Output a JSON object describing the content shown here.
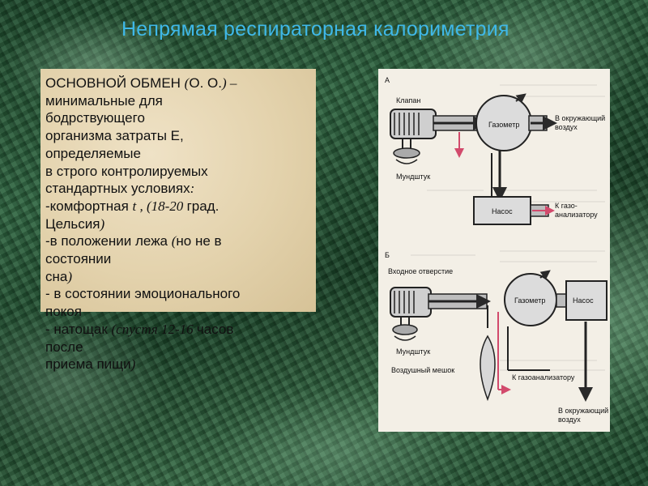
{
  "title": "Непрямая респираторная калориметрия",
  "text_lines": [
    [
      "ОСНОВНОЙ ОБМЕН ",
      "(",
      "О. О.",
      ") –",
      ""
    ],
    [
      "минимальные для"
    ],
    [
      "бодрствующего"
    ],
    [
      "организма затраты Е,"
    ],
    [
      "определяемые"
    ],
    [
      " в строго контролируемых"
    ],
    [
      " стандартных условиях",
      ":"
    ],
    [
      "-комфортная ",
      " t , (18-20 ",
      "град."
    ],
    [
      " Цельсия",
      ")"
    ],
    [
      " -в положении лежа ",
      "(",
      "но не в"
    ],
    [
      " состоянии"
    ],
    [
      "  сна",
      ")",
      ""
    ],
    [
      " - в состоянии эмоционального"
    ],
    [
      " покоя"
    ],
    [
      " - натощак ",
      "(спустя 12-16 ",
      "часов"
    ],
    [
      " после"
    ],
    [
      "  приема пищи",
      ")"
    ]
  ],
  "diagram": {
    "a": {
      "letter": "А",
      "valve": "Клапан",
      "gasometer": "Газометр",
      "outside_air_1": "В окружающий",
      "outside_air_2": "воздух",
      "mouthpiece": "Мундштук",
      "pump": "Насос",
      "to_analyzer_1": "К газо-",
      "to_analyzer_2": "анализатору"
    },
    "b": {
      "letter": "Б",
      "inlet": "Входное отверстие",
      "gasometer": "Газометр",
      "pump": "Насос",
      "mouthpiece": "Мундштук",
      "air_bag": "Воздушный мешок",
      "to_analyzer": "К газоанализатору",
      "outside_air_1": "В окружающий",
      "outside_air_2": "воздух"
    }
  }
}
